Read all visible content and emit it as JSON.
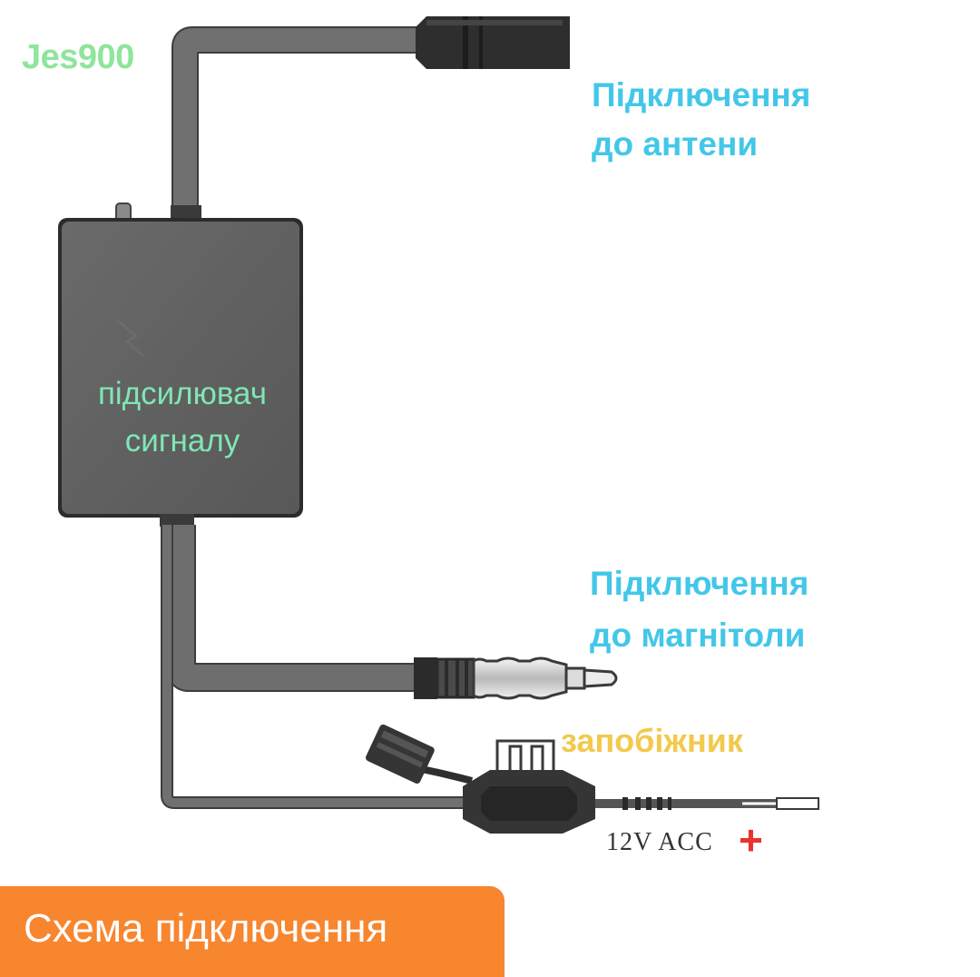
{
  "watermark": "Jes900",
  "antenna_connection": {
    "line1": "Підключення",
    "line2": "до антени"
  },
  "amplifier": {
    "line1": "підсилювач",
    "line2": "сигналу"
  },
  "radio_connection": {
    "line1": "Підключення",
    "line2": "до магнітоли"
  },
  "fuse": {
    "label": "запобіжник"
  },
  "power": {
    "label": "12V ACC",
    "plus": "+"
  },
  "title": "Схема підключення",
  "colors": {
    "cable": "#6e6e6e",
    "box": "#5f5f5f",
    "label_blue": "#43c7e8",
    "label_green": "#7fe6b4",
    "label_yellow": "#f2c94c",
    "plus_red": "#e8332e",
    "banner_orange": "#f7862f"
  }
}
